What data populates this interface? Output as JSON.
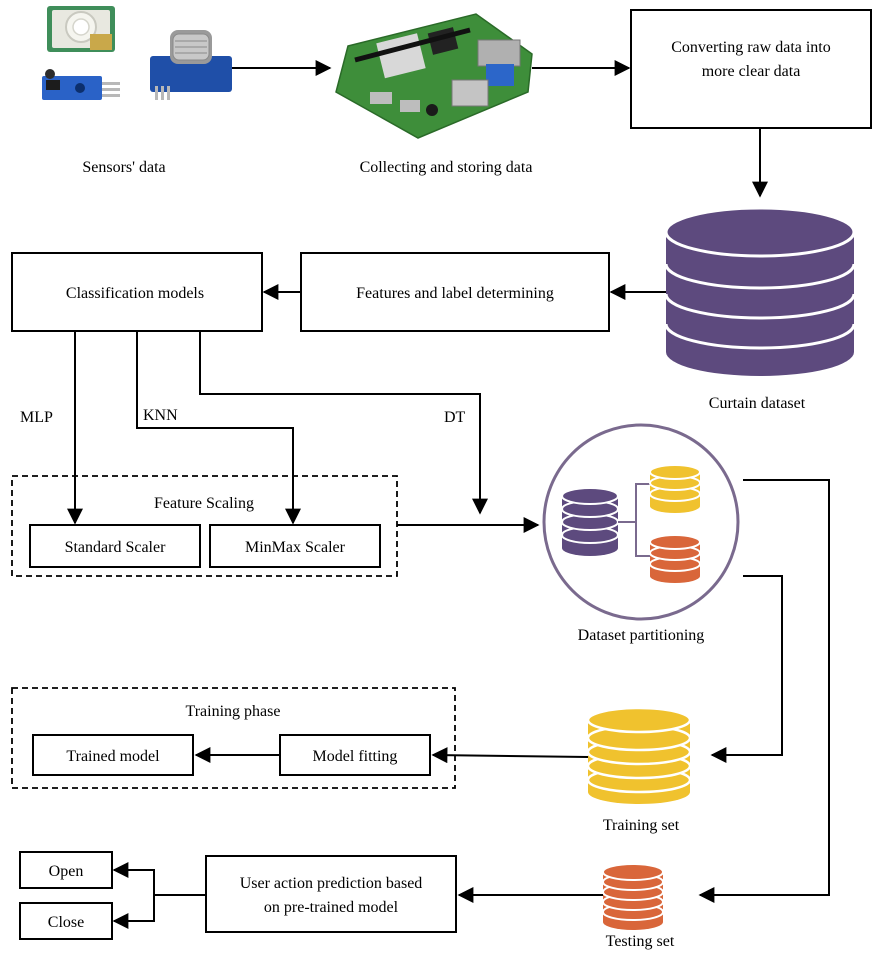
{
  "labels": {
    "sensors": "Sensors' data",
    "collecting": "Collecting and storing data",
    "converting_line1": "Converting raw data into",
    "converting_line2": "more clear data",
    "curtain_dataset": "Curtain dataset",
    "classification": "Classification models",
    "features_label": "Features and label determining",
    "mlp": "MLP",
    "knn": "KNN",
    "dt": "DT",
    "feature_scaling": "Feature Scaling",
    "standard_scaler": "Standard Scaler",
    "minmax_scaler": "MinMax  Scaler",
    "dataset_partitioning": "Dataset partitioning",
    "training_phase": "Training phase",
    "trained_model": "Trained model",
    "model_fitting": "Model fitting",
    "training_set": "Training set",
    "testing_set": "Testing set",
    "prediction_line1": "User action prediction based",
    "prediction_line2": "on pre-trained model",
    "open": "Open",
    "close": "Close"
  },
  "colors": {
    "database_main": "#5d4a7e",
    "training_db": "#f0c22e",
    "testing_db": "#d9663a",
    "partition_circle": "#7a6a8e",
    "board_green": "#3e8e3a",
    "sensor_blue": "#1f4fa8"
  },
  "icons": {
    "sensors": "sensor-modules-icon",
    "board": "raspberry-pi-board-icon"
  }
}
